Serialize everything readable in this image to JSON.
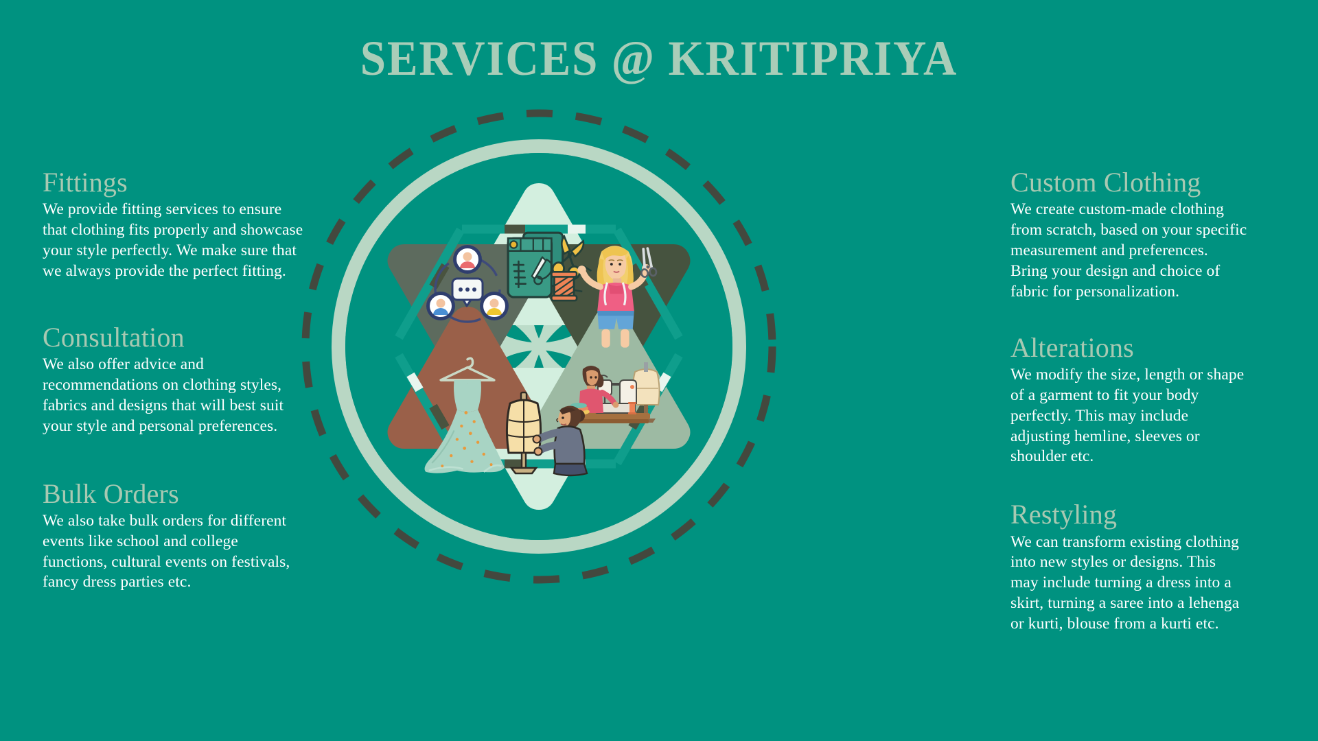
{
  "page": {
    "title": "SERVICES @ KRITIPRIYA",
    "background_color": "#009280",
    "heading_color": "#a8c9b2",
    "body_color": "#ffffff",
    "accent_sage": "#b9d7c4",
    "accent_pale": "#d6efe0",
    "dashed_ring_color": "#43483e"
  },
  "left_column": [
    {
      "id": "fittings",
      "title": "Fittings",
      "body": "We provide fitting services to ensure that clothing fits properly and showcase your style perfectly. We make sure that we always provide the perfect fitting."
    },
    {
      "id": "consultation",
      "title": "Consultation",
      "body": "We also offer advice and recommendations on clothing styles, fabrics and designs that will best suit your style and personal preferences."
    },
    {
      "id": "bulk-orders",
      "title": "Bulk Orders",
      "body": "We also take bulk orders for different events like school and college functions, cultural events on festivals, fancy dress parties etc."
    }
  ],
  "right_column": [
    {
      "id": "custom-clothing",
      "title": "Custom Clothing",
      "body": "We create custom-made clothing from scratch, based on your specific measurement and preferences. Bring your design and choice of fabric for personalization."
    },
    {
      "id": "alterations",
      "title": "Alterations",
      "body": "We modify the size, length or shape of a garment to fit your body perfectly. This may include adjusting hemline, sleeves or shoulder etc."
    },
    {
      "id": "restyling",
      "title": "Restyling",
      "body": "We can transform existing clothing into new styles or designs. This may include turning a dress into a skirt, turning a saree into a lehenga or kurti, blouse from a kurti etc."
    }
  ],
  "wheel": {
    "segments": [
      {
        "id": "top-center",
        "icon": "patched-jeans-scissors-thread-icon",
        "fill": "#d3efdf",
        "orientation": "up"
      },
      {
        "id": "top-right",
        "icon": "woman-with-scissors-icon",
        "fill": "#46533f",
        "orientation": "down"
      },
      {
        "id": "bottom-right",
        "icon": "sewing-machine-mannequin-icon",
        "fill": "#9dbaa3",
        "orientation": "up"
      },
      {
        "id": "bottom-center",
        "icon": "dressmaker-mannequin-icon",
        "fill": "#d3efdf",
        "orientation": "down"
      },
      {
        "id": "bottom-left",
        "icon": "gown-on-hanger-icon",
        "fill": "#9a6049",
        "orientation": "up"
      },
      {
        "id": "top-left",
        "icon": "consultation-chat-avatars-icon",
        "fill": "#5d6b5e",
        "orientation": "down"
      }
    ]
  }
}
